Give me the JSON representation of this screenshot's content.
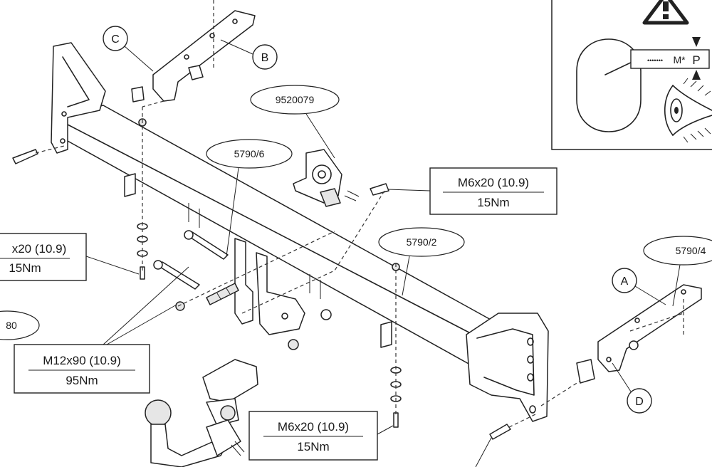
{
  "callouts": {
    "torque_top_right": {
      "spec": "M6x20 (10.9)",
      "torque": "15Nm"
    },
    "torque_left": {
      "spec": "x20 (10.9)",
      "torque": "15Nm"
    },
    "torque_bottom_left": {
      "spec": "M12x90 (10.9)",
      "torque": "95Nm"
    },
    "torque_bottom_center": {
      "spec": "M6x20 (10.9)",
      "torque": "15Nm"
    }
  },
  "part_numbers": {
    "socket_plate": "9520079",
    "center_bracket": "5790/6",
    "right_part": "5790/2",
    "far_right_bracket": "5790/4",
    "left_cut": "80"
  },
  "letters": {
    "a": "A",
    "b": "B",
    "c": "C",
    "d": "D"
  },
  "warning_panel": {
    "marking_text": "M*",
    "position_letter": "P",
    "dots": "•••••••"
  }
}
